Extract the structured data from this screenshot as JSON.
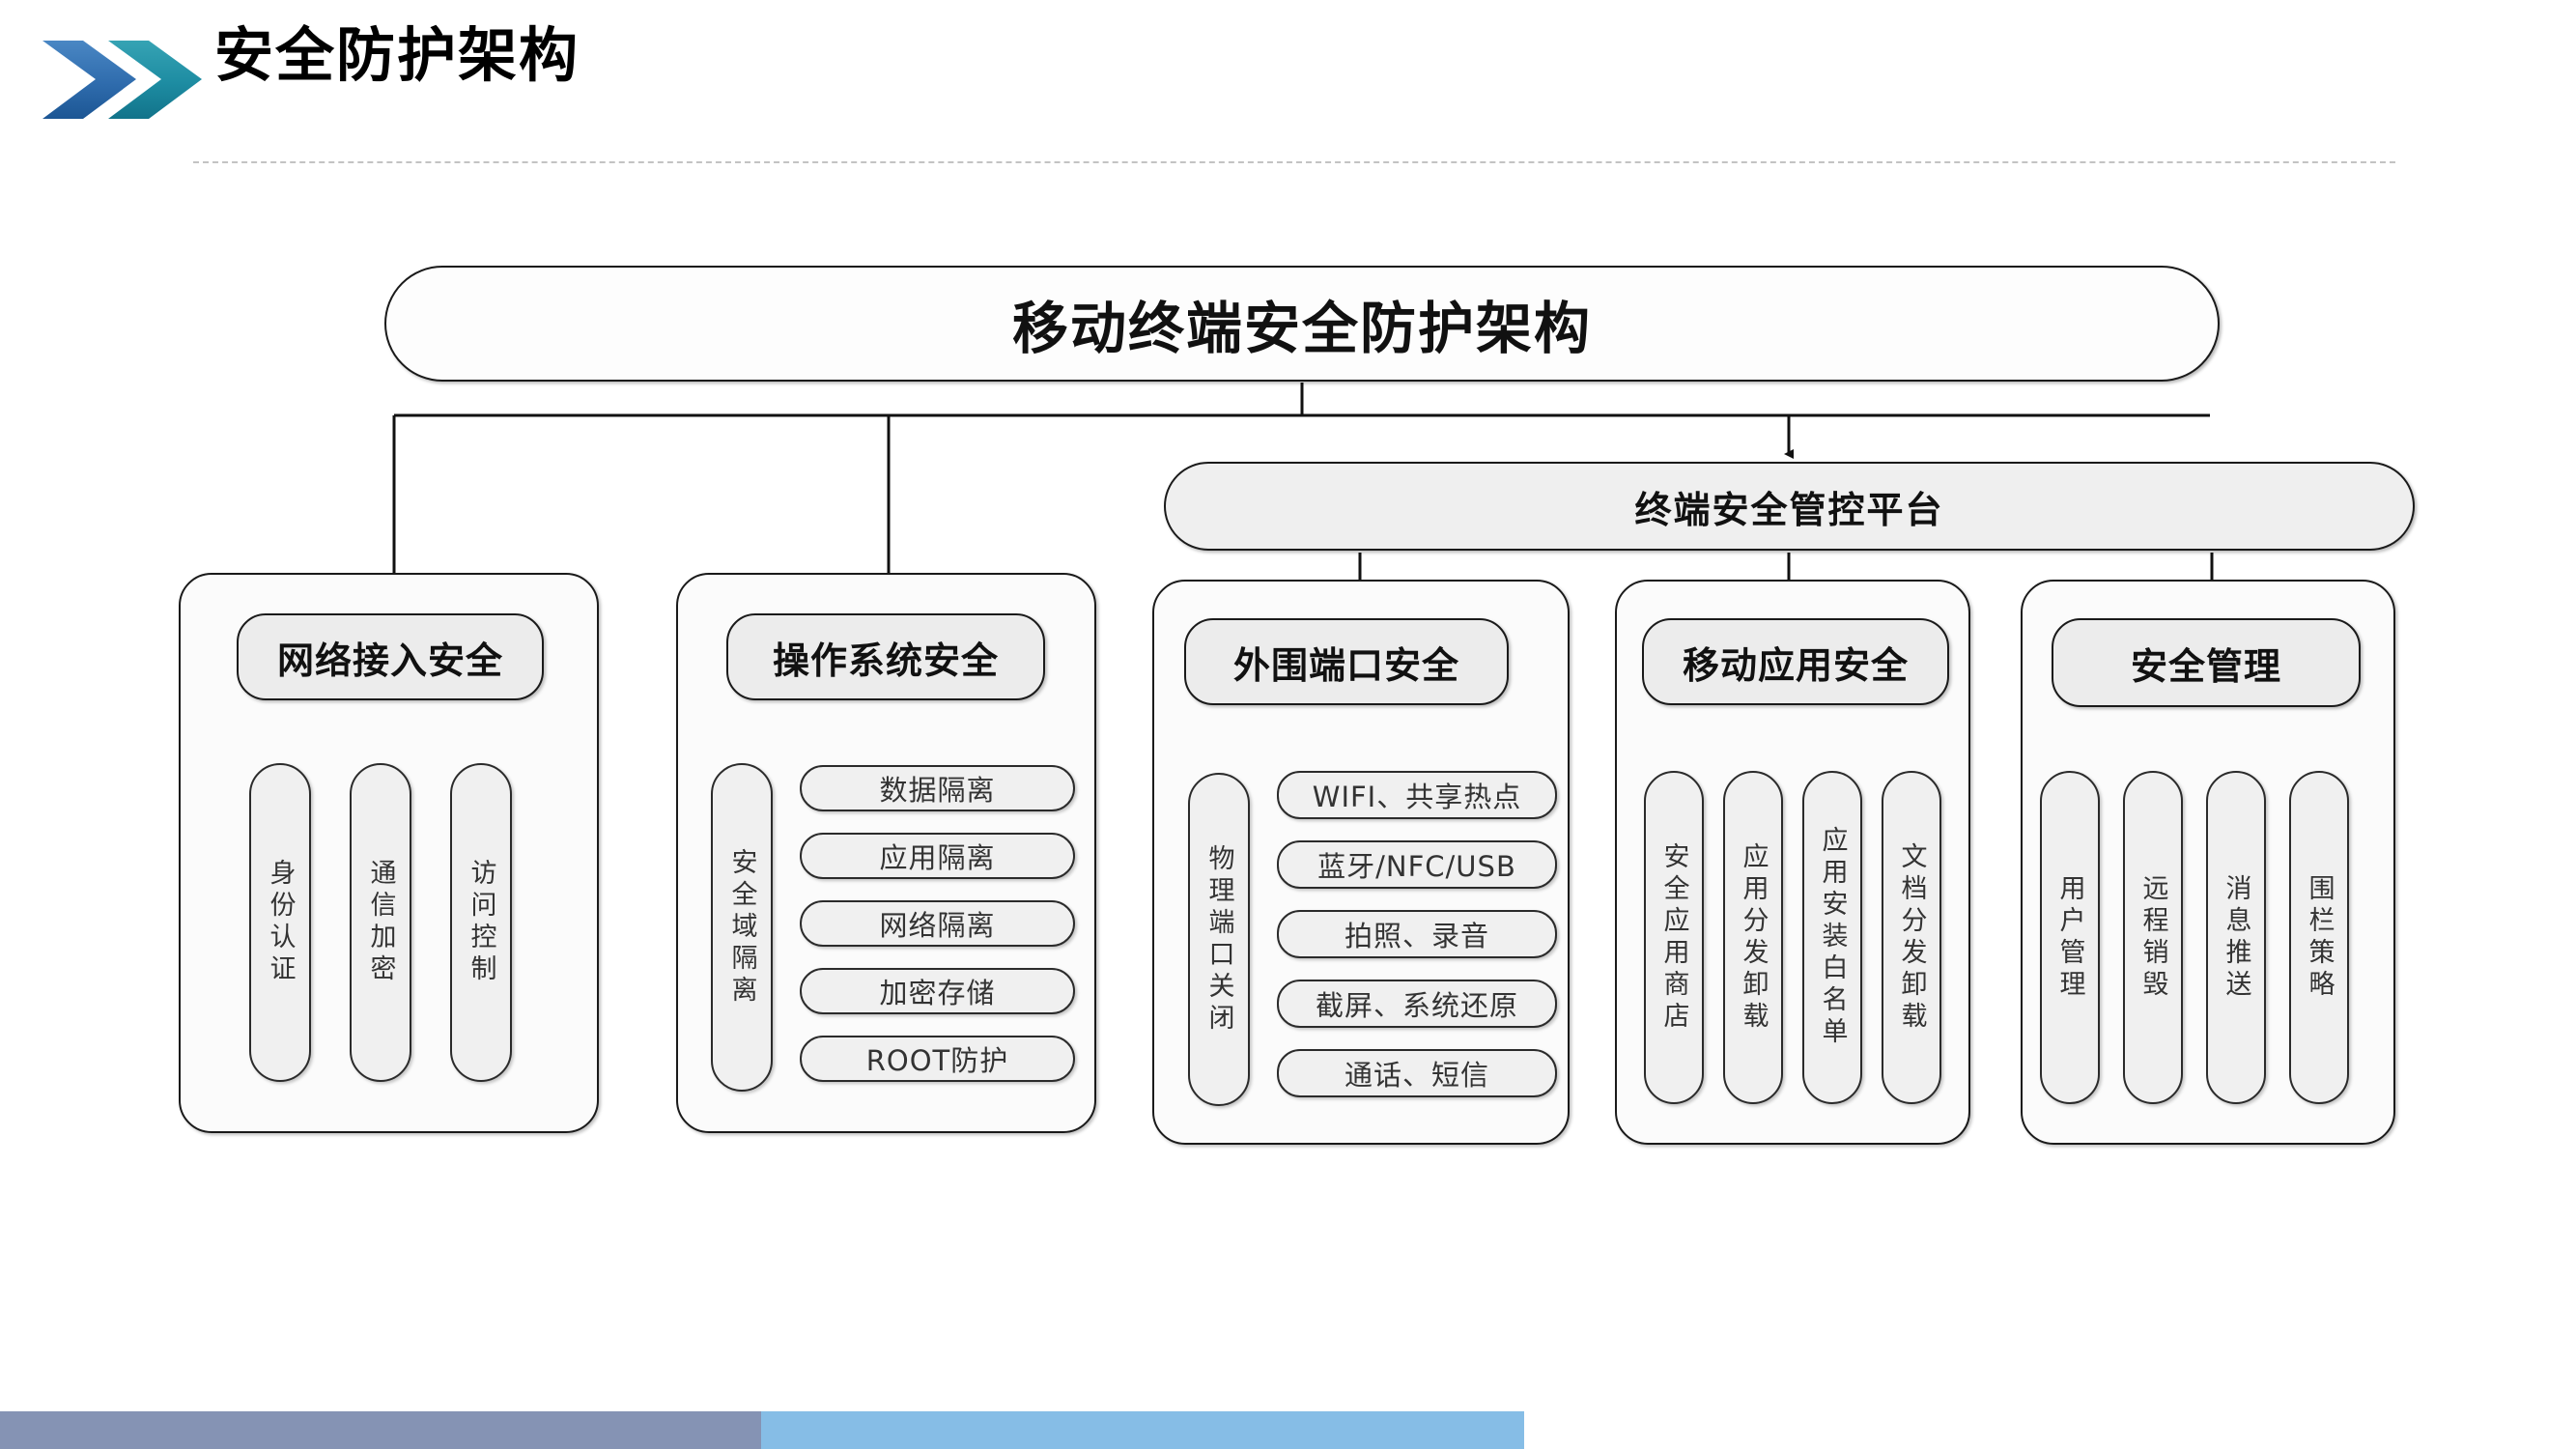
{
  "header": {
    "title": "安全防护架构",
    "chevron_colors": [
      "#2f6cad",
      "#1d8ca2"
    ],
    "icons": [
      "chevron-right-icon",
      "chevron-right-icon"
    ]
  },
  "diagram": {
    "root": {
      "label": "移动终端安全防护架构"
    },
    "platform": {
      "label": "终端安全管控平台"
    },
    "columns": [
      {
        "id": "network-access-security",
        "header": "网络接入安全",
        "vertical_items": [
          "身份认证",
          "通信加密",
          "访问控制"
        ],
        "side_label": null,
        "horizontal_items": []
      },
      {
        "id": "os-security",
        "header": "操作系统安全",
        "side_label": "安全域隔离",
        "vertical_items": [],
        "horizontal_items": [
          "数据隔离",
          "应用隔离",
          "网络隔离",
          "加密存储",
          "ROOT防护"
        ]
      },
      {
        "id": "peripheral-port-security",
        "header": "外围端口安全",
        "side_label": "物理端口关闭",
        "vertical_items": [],
        "horizontal_items": [
          "WIFI、共享热点",
          "蓝牙/NFC/USB",
          "拍照、录音",
          "截屏、系统还原",
          "通话、短信"
        ]
      },
      {
        "id": "mobile-app-security",
        "header": "移动应用安全",
        "side_label": null,
        "vertical_items": [
          "安全应用商店",
          "应用分发卸载",
          "应用安装白名单",
          "文档分发卸载"
        ],
        "horizontal_items": []
      },
      {
        "id": "security-management",
        "header": "安全管理",
        "side_label": null,
        "vertical_items": [
          "用户管理",
          "远程销毁",
          "消息推送",
          "围栏策略"
        ],
        "horizontal_items": []
      }
    ]
  },
  "footer": {
    "left_bar_color": "#8593b4",
    "right_bar_color": "#86bde6"
  }
}
